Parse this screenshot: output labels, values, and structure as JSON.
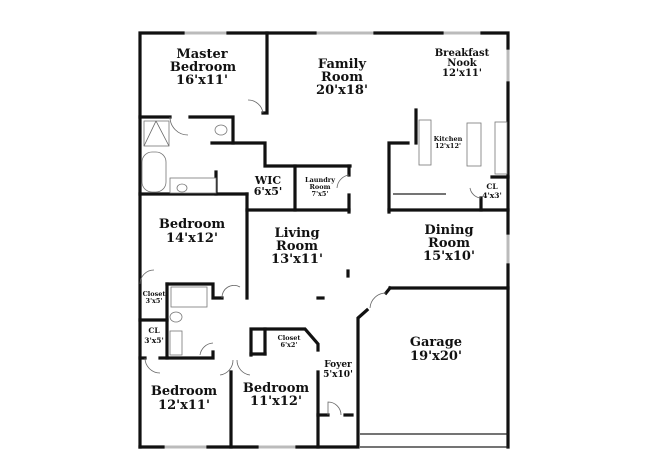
{
  "rooms": {
    "master_bedroom": {
      "name_1": "Master",
      "name_2": "Bedroom",
      "size": "16'x11'"
    },
    "family_room": {
      "name_1": "Family",
      "name_2": "Room",
      "size": "20'x18'"
    },
    "breakfast_nook": {
      "name_1": "Breakfast",
      "name_2": "Nook",
      "size": "12'x11'"
    },
    "kitchen": {
      "name": "Kitchen",
      "size": "12'x12'"
    },
    "wic": {
      "name": "WIC",
      "size": "6'x5'"
    },
    "laundry_room": {
      "name_1": "Laundry",
      "name_2": "Room",
      "size": "7'x5'"
    },
    "cl_kitchen": {
      "name": "CL",
      "size": "4'x3'"
    },
    "bedroom_14": {
      "name": "Bedroom",
      "size": "14'x12'"
    },
    "living_room": {
      "name_1": "Living",
      "name_2": "Room",
      "size": "13'x11'"
    },
    "dining_room": {
      "name_1": "Dining",
      "name_2": "Room",
      "size": "15'x10'"
    },
    "closet_left": {
      "name": "Closet",
      "size": "3'x5'"
    },
    "cl_left": {
      "name": "CL",
      "size": "3'x5'"
    },
    "closet_bedroom": {
      "name": "Closet",
      "size": "6'x2'"
    },
    "garage": {
      "name": "Garage",
      "size": "19'x20'"
    },
    "foyer": {
      "name": "Foyer",
      "size": "5'x10'"
    },
    "bedroom_12": {
      "name": "Bedroom",
      "size": "12'x11'"
    },
    "bedroom_11": {
      "name": "Bedroom",
      "size": "11'x12'"
    }
  }
}
